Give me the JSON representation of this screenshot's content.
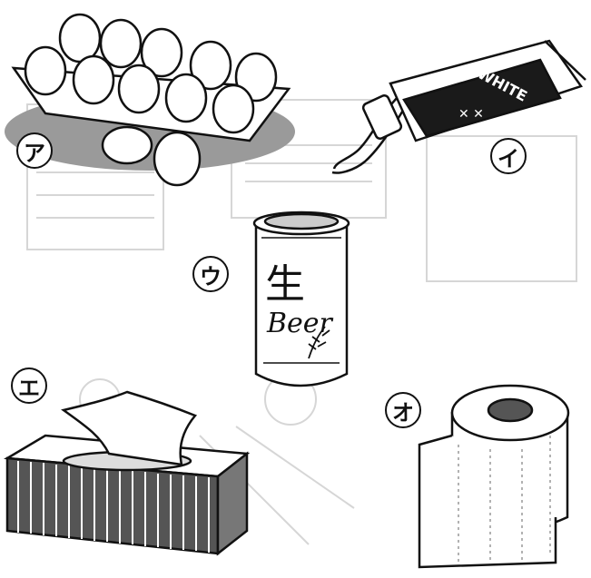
{
  "items": [
    {
      "label": "ア",
      "object": "egg carton"
    },
    {
      "label": "イ",
      "object": "toothpaste tube"
    },
    {
      "label": "ウ",
      "object": "beer can"
    },
    {
      "label": "エ",
      "object": "tissue box"
    },
    {
      "label": "オ",
      "object": "toilet paper roll"
    }
  ],
  "tube_text": "WHITE",
  "can_text": {
    "kanji": "生",
    "word": "Beer"
  },
  "colors": {
    "line": "#111111",
    "shadow": "#9a9a9a",
    "faint": "#d8d8d8",
    "fill": "#ffffff"
  }
}
